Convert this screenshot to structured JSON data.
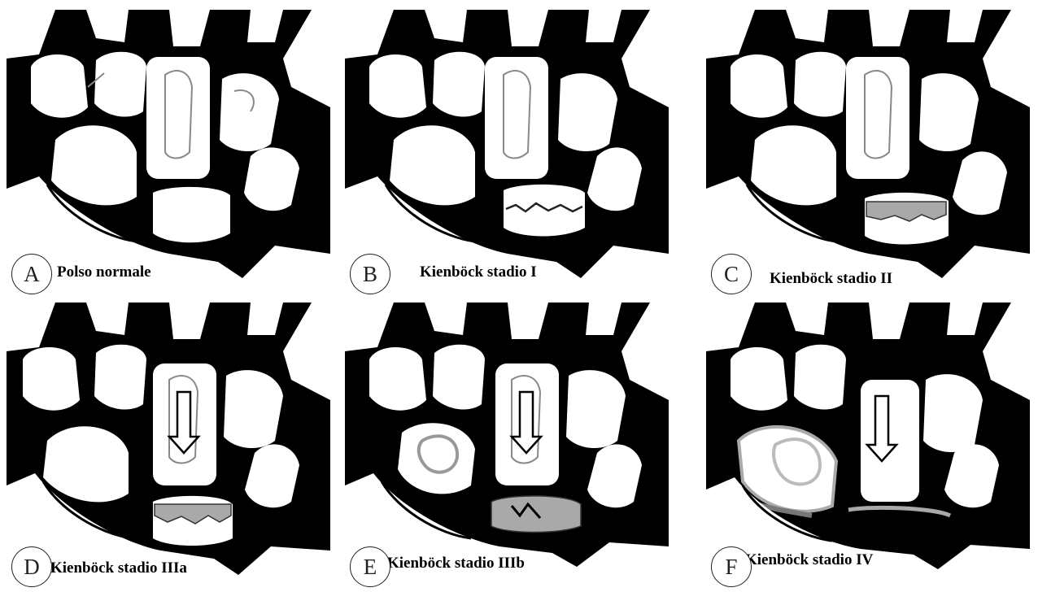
{
  "panels": [
    {
      "letter": "A",
      "caption": "Polso normale",
      "stage": "normal"
    },
    {
      "letter": "B",
      "caption": "Kienböck stadio I",
      "stage": "I"
    },
    {
      "letter": "C",
      "caption": "Kienböck stadio II",
      "stage": "II"
    },
    {
      "letter": "D",
      "caption": "Kienböck stadio IIIa",
      "stage": "IIIa"
    },
    {
      "letter": "E",
      "caption": "Kienböck stadio IIIb",
      "stage": "IIIb"
    },
    {
      "letter": "F",
      "caption": "Kienböck stadio IV",
      "stage": "IV"
    }
  ],
  "colors": {
    "bone": "#ffffff",
    "background": "#000000",
    "sclerosis": "#a9a9a9",
    "outline": "#888888"
  }
}
